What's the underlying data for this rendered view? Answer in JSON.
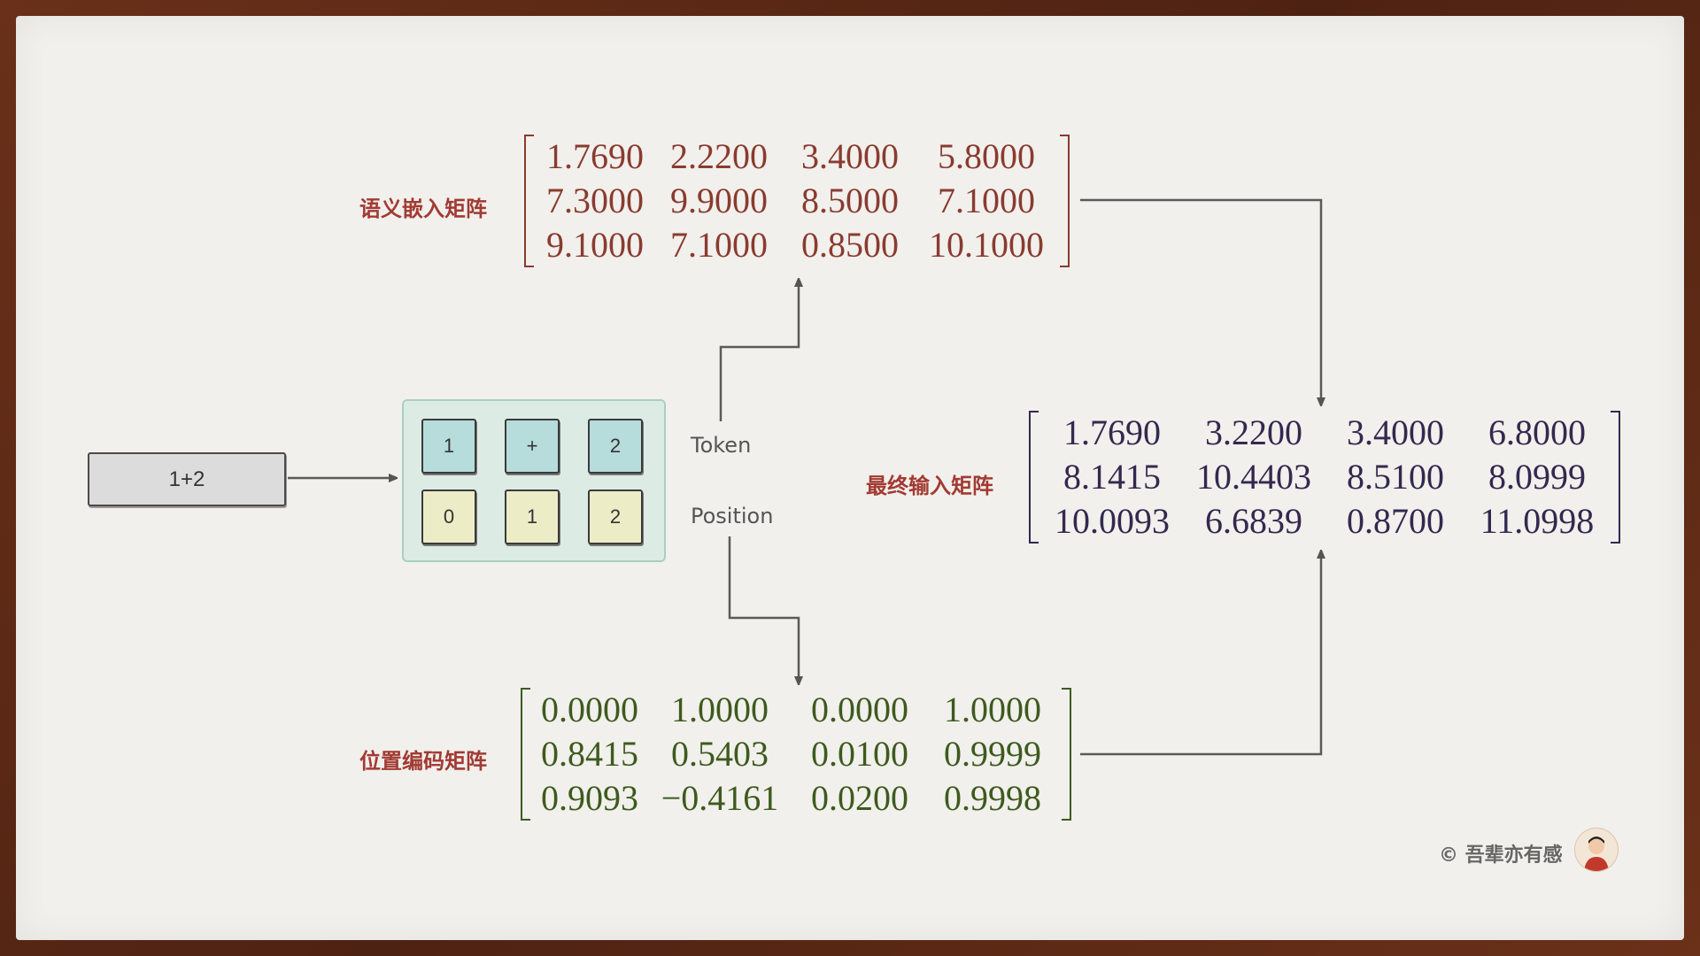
{
  "input": {
    "text": "1+2"
  },
  "tokens": [
    "1",
    "+",
    "2"
  ],
  "positions": [
    "0",
    "1",
    "2"
  ],
  "labels": {
    "token": "Token",
    "position": "Position",
    "semantic": "语义嵌入矩阵",
    "positional": "位置编码矩阵",
    "final": "最终输入矩阵"
  },
  "semantic_matrix": [
    [
      "1.7690",
      "2.2200",
      "3.4000",
      "5.8000"
    ],
    [
      "7.3000",
      "9.9000",
      "8.5000",
      "7.1000"
    ],
    [
      "9.1000",
      "7.1000",
      "0.8500",
      "10.1000"
    ]
  ],
  "positional_matrix": [
    [
      "0.0000",
      "1.0000",
      "0.0000",
      "1.0000"
    ],
    [
      "0.8415",
      "0.5403",
      "0.0100",
      "0.9999"
    ],
    [
      "0.9093",
      "−0.4161",
      "0.0200",
      "0.9998"
    ]
  ],
  "final_matrix": [
    [
      "1.7690",
      "3.2200",
      "3.4000",
      "6.8000"
    ],
    [
      "8.1415",
      "10.4403",
      "8.5100",
      "8.0999"
    ],
    [
      "10.0093",
      "6.6839",
      "0.8700",
      "11.0998"
    ]
  ],
  "colors": {
    "semantic": "#8a3b30",
    "positional": "#3e5a1e",
    "final": "#35284f",
    "label": "#a23a33"
  },
  "credit": "© 吾辈亦有感"
}
